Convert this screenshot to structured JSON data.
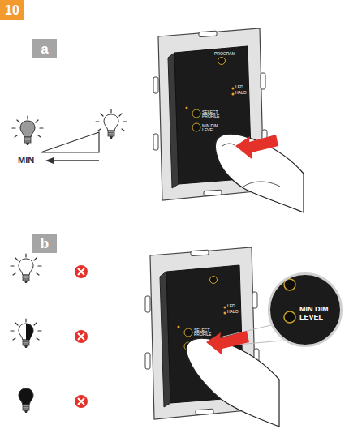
{
  "diagram": {
    "nodes": [
      {
        "text": [
          "10"
        ]
      },
      {
        "text": [
          "a"
        ]
      },
      {
        "text": [
          "b"
        ]
      },
      {
        "text": [
          "MIN DIM LEVEL"
        ]
      }
    ],
    "labels": [
      "MIN",
      "PROGRAM",
      "LED",
      "HALO",
      "SELECT PROFILE",
      "MIN DIM LEVEL",
      "LED",
      "HALO",
      "SELECT PROFILE"
    ]
  }
}
